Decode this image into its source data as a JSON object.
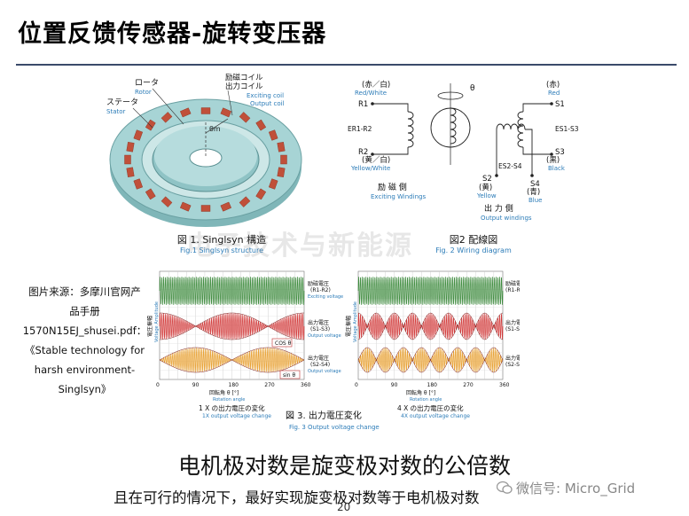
{
  "title": "位置反馈传感器-旋转变压器",
  "fig1": {
    "rotor_jp": "ロータ",
    "rotor_en": "Rotor",
    "stator_jp": "ステータ",
    "stator_en": "Stator",
    "excite_coil_jp": "励磁コイル",
    "output_coil_jp": "出力コイル",
    "excite_coil_en": "Exciting coil",
    "output_coil_en": "Output coil",
    "theta_m": "θm",
    "caption_jp": "図 1.  Singlsyn 構造",
    "caption_en": "Fig.1  Singlsyn structure"
  },
  "fig2": {
    "red_white": "(赤／白)",
    "red_white_en": "Red/White",
    "r1": "R1",
    "er": "ER1-R2",
    "r2": "R2",
    "yellow_white": "(黄／白)",
    "yellow_white_en": "Yellow/White",
    "theta": "θ",
    "red": "(赤)",
    "red_en": "Red",
    "s1": "S1",
    "es13": "ES1-S3",
    "s3": "S3",
    "black": "(黒)",
    "black_en": "Black",
    "es24": "ES2-S4",
    "s2": "S2",
    "s4": "S4",
    "yellow": "(黄)",
    "yellow_en": "Yellow",
    "blue": "(青)",
    "blue_en": "Blue",
    "excite_side_jp": "励 磁 側",
    "excite_side_en": "Exciting Windings",
    "output_side_jp": "出 力 側",
    "output_side_en": "Output windings",
    "caption_jp": "図2  配線図",
    "caption_en": "Fig. 2  Wiring diagram"
  },
  "fig3": {
    "ylabel_jp": "電圧振幅",
    "ylabel_en": "Voltage Amplitude",
    "excite_jp": "励磁電圧",
    "excite_code": "(R1-R2)",
    "excite_en": "Exciting voltage",
    "out1_jp": "出力電圧",
    "out1_code": "(S1-S3)",
    "out1_en": "Output voltage",
    "out2_jp": "出力電圧",
    "out2_code": "(S2-S4)",
    "out2_en": "Output voltage",
    "cos_label": "COS θ",
    "sin_label": "sin θ",
    "xticks": [
      "0",
      "90",
      "180",
      "270",
      "360"
    ],
    "xlabel_jp": "回転角 θ [°]",
    "xlabel_en": "Rotation angle",
    "left_caption_jp": "1 X の出力電圧の変化",
    "left_caption_en": "1X output voltage change",
    "right_caption_jp": "4 X の出力電圧の変化",
    "right_caption_en": "4X output voltage change",
    "caption_jp": "図 3.  出力電圧変化",
    "caption_en": "Fig. 3  Output voltage change"
  },
  "source_lines": [
    "图片来源：多摩川官网产",
    "品手册",
    "1570N15EJ_shusei.pdf：",
    "《Stable technology for",
    "harsh environment-",
    "Singlsyn》"
  ],
  "headline": "电机极对数是旋变极对数的公倍数",
  "subline": "且在可行的情况下，最好实现旋变极对数等于电机极对数",
  "page_number": "20",
  "wechat": "微信号: Micro_Grid",
  "watermark": "电子技术与新能源",
  "colors": {
    "green": "#3c8a3c",
    "red": "#d23a3a",
    "orange": "#e8a030",
    "teal": "#9fcfd0",
    "coil": "#c0503a",
    "caption_blue": "#2c7cb8"
  }
}
